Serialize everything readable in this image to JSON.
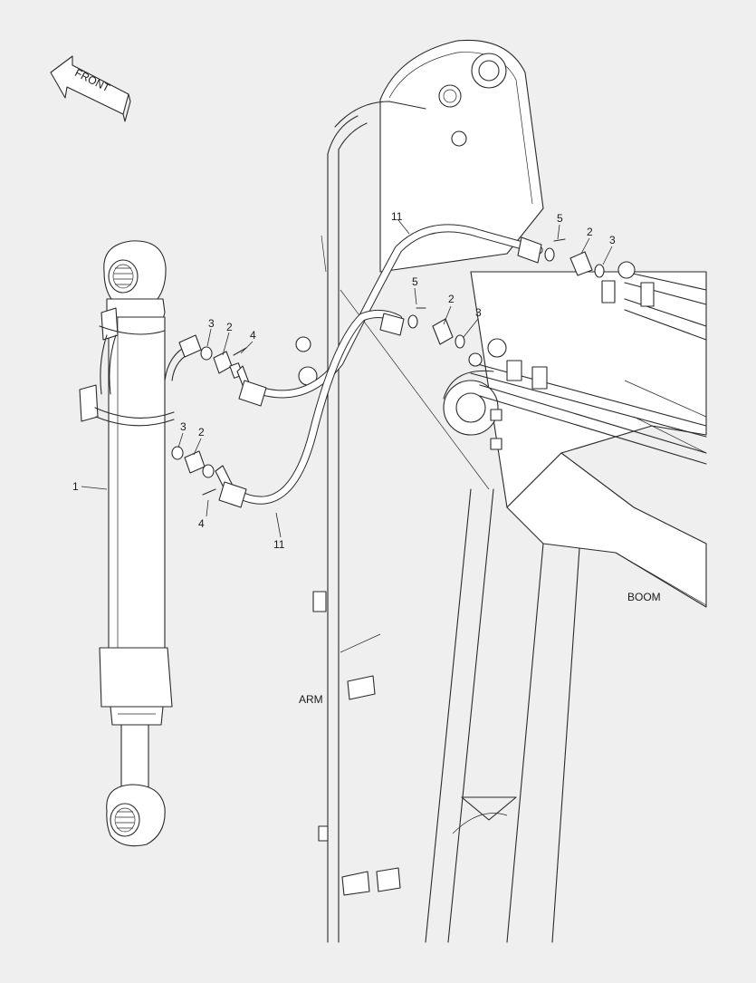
{
  "front_label": "FRONT",
  "region_labels": {
    "boom": "BOOM",
    "arm": "ARM"
  },
  "callouts": {
    "c1": "1",
    "c2a": "2",
    "c2b": "2",
    "c2c": "2",
    "c2d": "2",
    "c3a": "3",
    "c3b": "3",
    "c3c": "3",
    "c3d": "3",
    "c4a": "4",
    "c4b": "4",
    "c5a": "5",
    "c5b": "5",
    "c11a": "11",
    "c11b": "11"
  },
  "colors": {
    "background": "#efefef",
    "line": "#2a2a2a",
    "part_fill": "#ffffff"
  }
}
